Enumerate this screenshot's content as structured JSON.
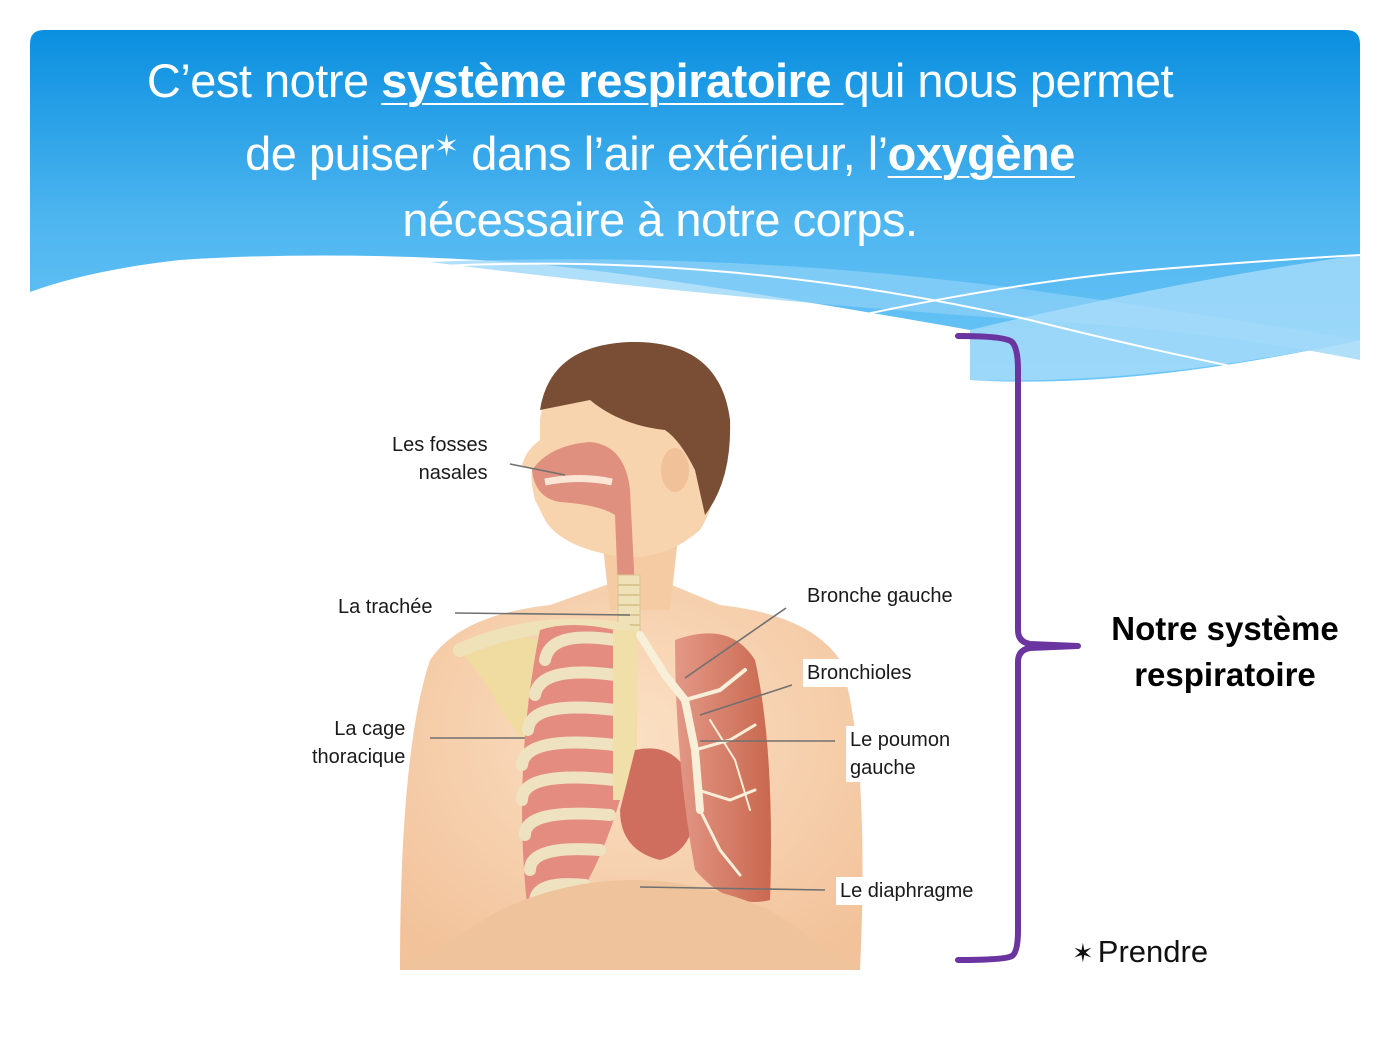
{
  "slide": {
    "title": {
      "line1_pre": "C’est notre ",
      "line1_bold": "système respiratoire ",
      "line1_post": "qui nous permet",
      "line2_pre": "de puiser",
      "line2_star": "✶",
      "line2_mid": " dans l’air extérieur, l’",
      "line2_bold": "oxygène",
      "line3": "nécessaire à notre corps."
    },
    "diagram": {
      "labels": {
        "fosses_nasales_1": "Les fosses",
        "fosses_nasales_2": "nasales",
        "trachee": "La trachée",
        "cage_1": "La cage",
        "cage_2": "thoracique",
        "bronche_gauche": "Bronche gauche",
        "bronchioles": "Bronchioles",
        "poumon_1": "Le poumon",
        "poumon_2": "gauche",
        "diaphragme": "Le diaphragme"
      }
    },
    "bracket_caption": {
      "line1": "Notre système",
      "line2": "respiratoire"
    },
    "footnote": {
      "star": "✶",
      "text": "Prendre"
    },
    "colors": {
      "header_top": "#0a8fe0",
      "header_bottom": "#5bbcf2",
      "bracket": "#6a35a0",
      "skin": "#f6cfa6",
      "lung": "#d97b6c",
      "hair": "#7a4e34"
    }
  }
}
